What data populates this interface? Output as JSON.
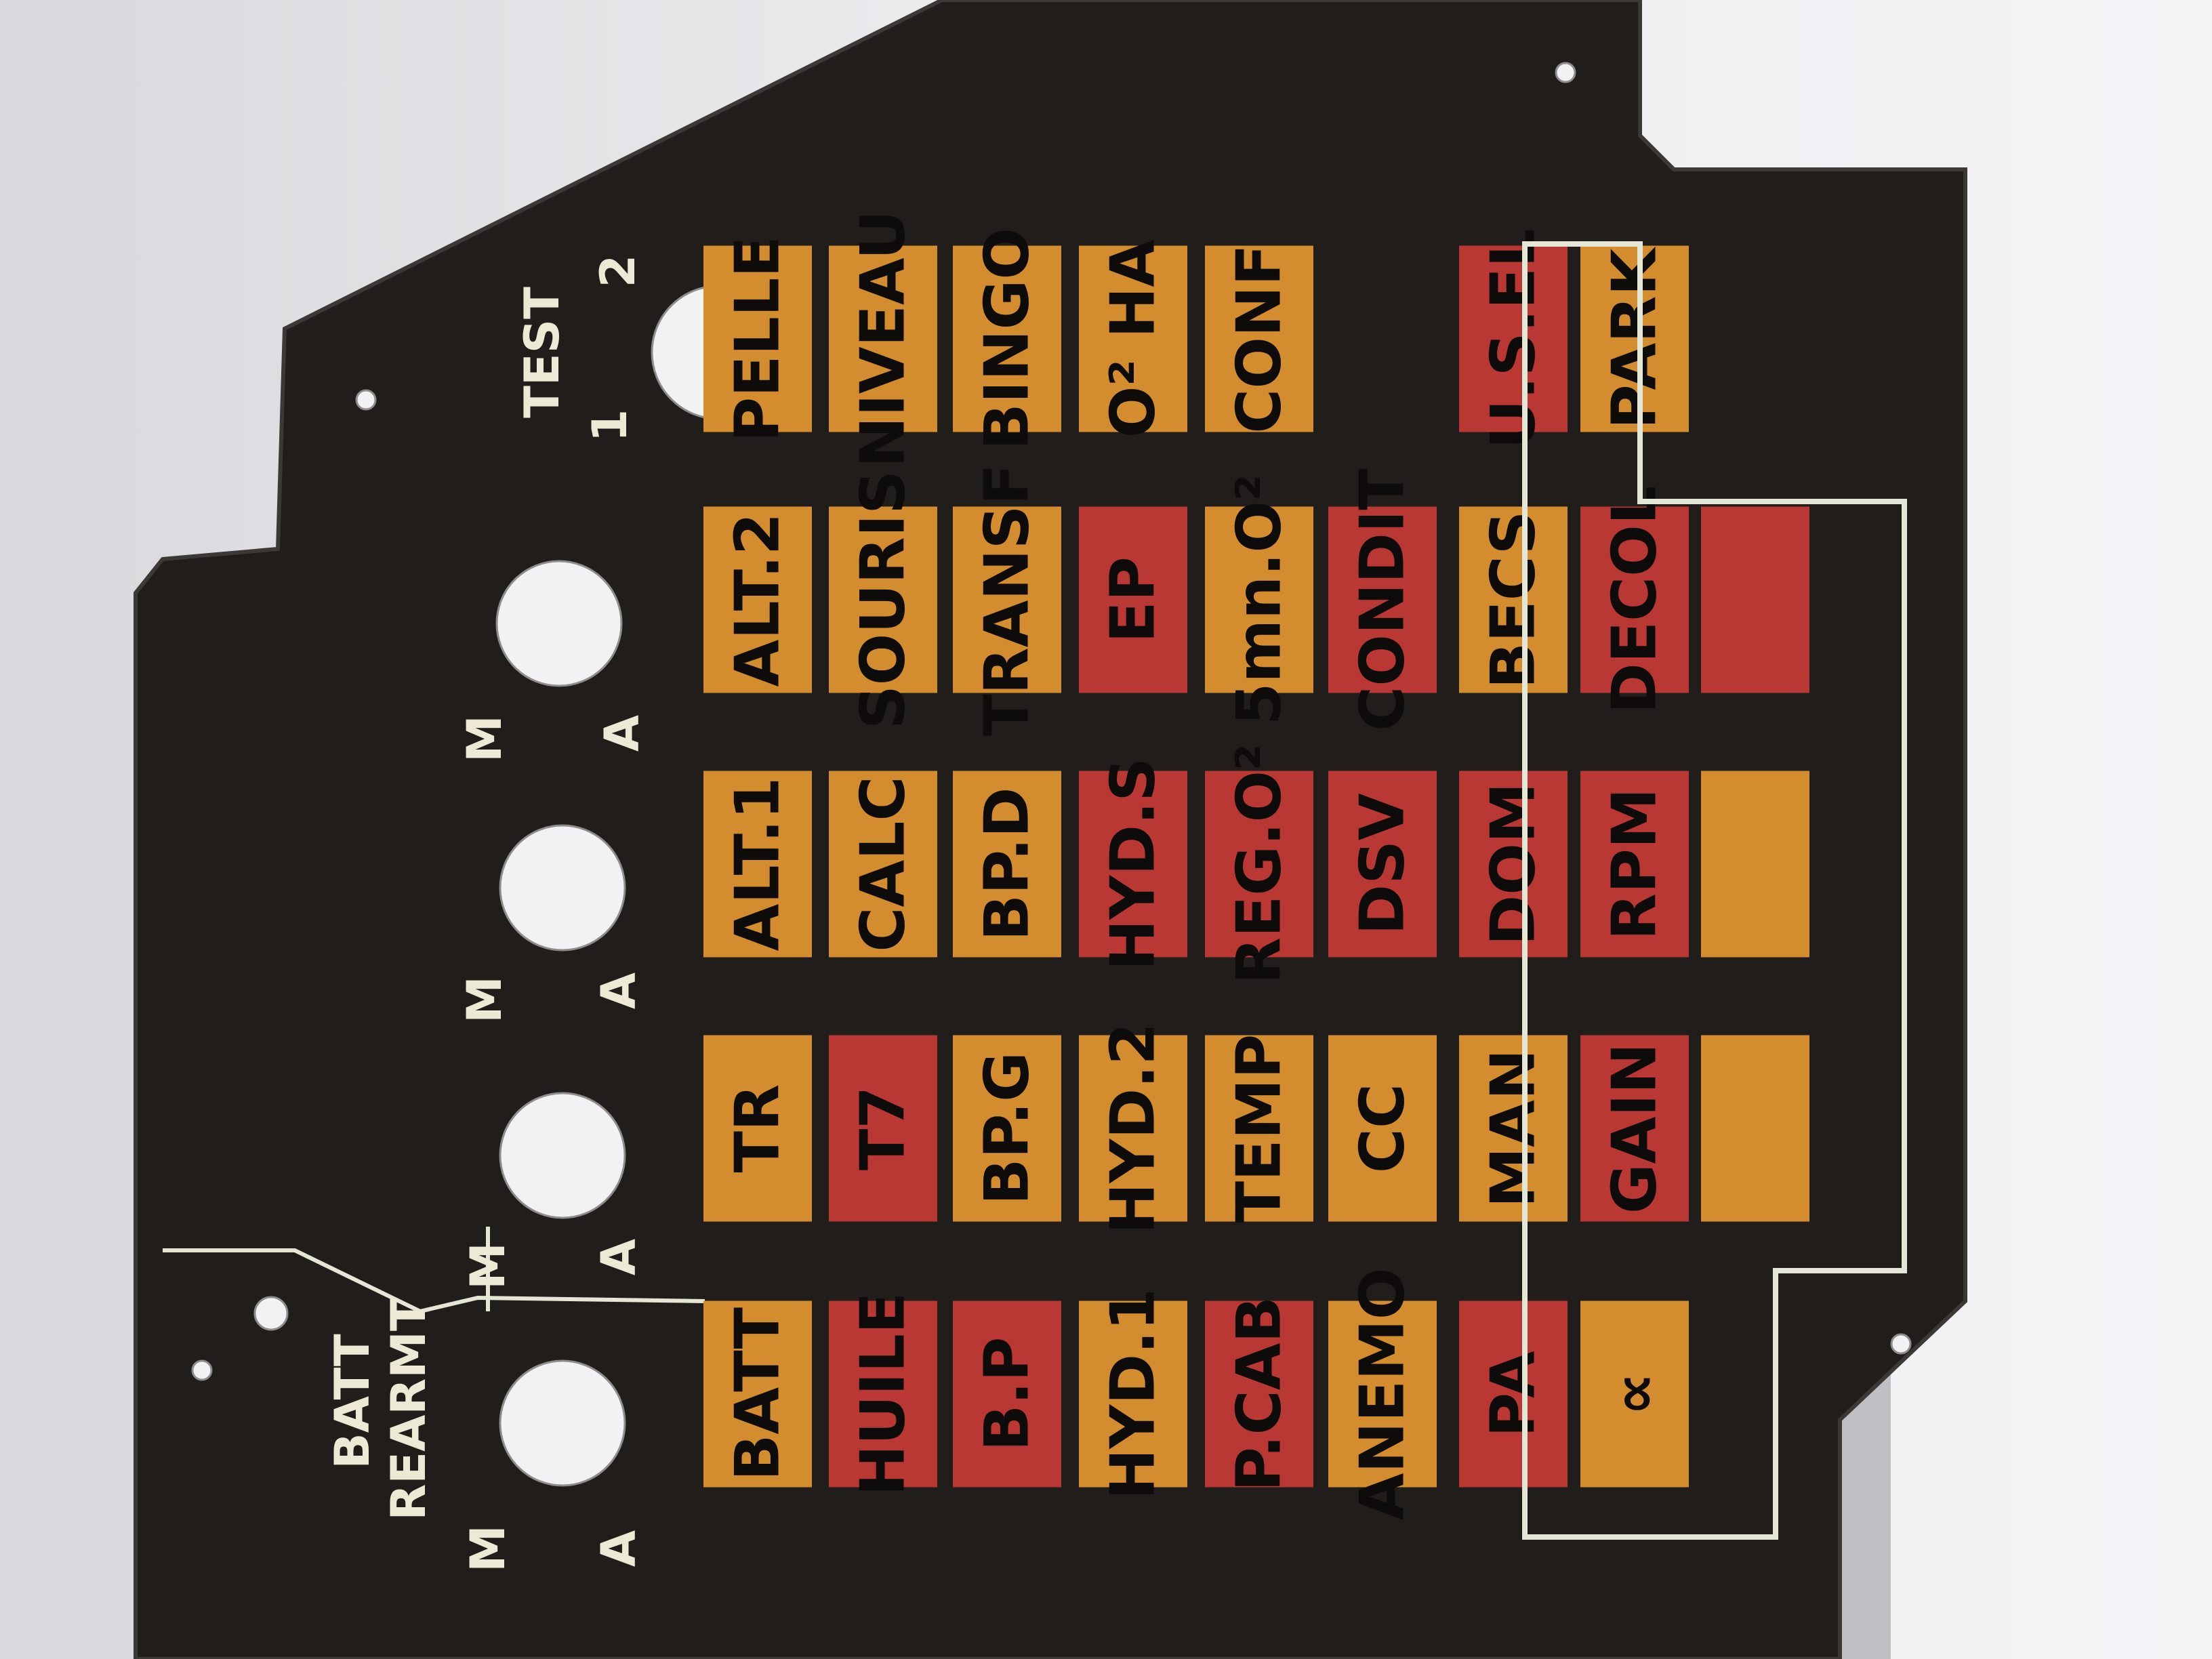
{
  "colors": {
    "plate": "#211d1b",
    "amber": "#d38d2e",
    "red": "#b93833",
    "legend_text": "#ecead4"
  },
  "side_labels": {
    "batt": "BATT",
    "rearm": "REARMT",
    "m": "M",
    "a": "A",
    "test": "TEST",
    "test_pos_1": "1",
    "test_pos_2": "2"
  },
  "panel_rows": [
    [
      {
        "label": "BATT",
        "color": "amber"
      },
      {
        "label": "TR",
        "color": "amber"
      },
      {
        "label": "ALT.1",
        "color": "amber"
      },
      {
        "label": "ALT.2",
        "color": "amber"
      },
      {
        "label": "PELLE",
        "color": "amber"
      }
    ],
    [
      {
        "label": "HUILE",
        "color": "red"
      },
      {
        "label": "T7",
        "color": "red"
      },
      {
        "label": "CALC",
        "color": "amber"
      },
      {
        "label": "SOURIS",
        "color": "amber"
      },
      {
        "label": "NIVEAU",
        "color": "amber"
      }
    ],
    [
      {
        "label": "B.P",
        "color": "red"
      },
      {
        "label": "BP.G",
        "color": "amber"
      },
      {
        "label": "BP.D",
        "color": "amber"
      },
      {
        "label": "TRANSF",
        "color": "amber"
      },
      {
        "label": "BINGO",
        "color": "amber"
      }
    ],
    [
      {
        "label": "HYD.1",
        "color": "amber"
      },
      {
        "label": "HYD.2",
        "color": "amber"
      },
      {
        "label": "HYD.S",
        "color": "red"
      },
      {
        "label": "EP",
        "color": "red"
      },
      {
        "label": "O² HA",
        "color": "amber"
      }
    ],
    [
      {
        "label": "P.CAB",
        "color": "red"
      },
      {
        "label": "TEMP",
        "color": "amber"
      },
      {
        "label": "REG.O²",
        "color": "red"
      },
      {
        "label": "5mn.O²",
        "color": "amber"
      },
      {
        "label": "CONF",
        "color": "amber"
      }
    ],
    [
      {
        "label": "ANEMO",
        "color": "amber"
      },
      {
        "label": "CC",
        "color": "amber"
      },
      {
        "label": "DSV",
        "color": "red"
      },
      {
        "label": "CONDIT",
        "color": "red"
      },
      null
    ],
    [
      {
        "label": "PA",
        "color": "red"
      },
      {
        "label": "MAN",
        "color": "amber"
      },
      {
        "label": "DOM",
        "color": "red"
      },
      {
        "label": "BECS",
        "color": "amber"
      },
      {
        "label": "U.S.EL",
        "color": "red"
      }
    ],
    [
      {
        "label": "∝",
        "color": "amber"
      },
      {
        "label": "GAIN",
        "color": "red"
      },
      {
        "label": "RPM",
        "color": "red"
      },
      {
        "label": "DECOL",
        "color": "red"
      },
      {
        "label": "PARK",
        "color": "amber"
      }
    ],
    [
      null,
      {
        "label": "",
        "color": "amber"
      },
      {
        "label": "",
        "color": "amber"
      },
      {
        "label": "",
        "color": "red"
      },
      null
    ]
  ]
}
